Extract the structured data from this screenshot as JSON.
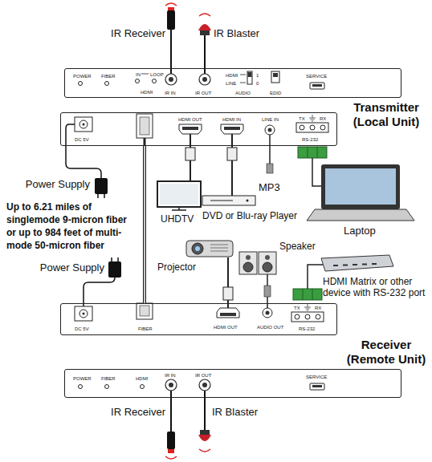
{
  "diagram": {
    "nodes": [
      {
        "text": [
          "POWER",
          "FIBER",
          "IN",
          "LOOP",
          "HDMI",
          "IR IN",
          "IR OUT",
          "HDMI",
          "LINE",
          "1",
          "0",
          "AUDIO",
          "EDID",
          "SERVICE"
        ]
      },
      {
        "text": [
          "Transmitter (Local Unit)",
          "DC 5V",
          "HDMI OUT",
          "HDMI IN",
          "LINE IN",
          "TX",
          "RX",
          "RS-232"
        ]
      },
      {
        "text": [
          "DC 5V",
          "FIBER",
          "HDMI OUT",
          "AUDIO OUT",
          "TX",
          "RX",
          "RS-232",
          "Receiver (Remote Unit)"
        ]
      },
      {
        "text": [
          "POWER",
          "FIBER",
          "HDMI",
          "IR IN",
          "IR OUT",
          "SERVICE"
        ]
      }
    ],
    "edges": [
      {
        "from": 1,
        "to": 2,
        "arrow": "none"
      }
    ],
    "labels": [
      "IR Receiver",
      "IR Blaster",
      "Power Supply",
      "Up to 6.21 miles of singlemode 9-micron fiber or up to 984 feet of multi-mode 50-micron fiber",
      "Power Supply",
      "UHDTV",
      "DVD or Blu-ray Player",
      "MP3",
      "Laptop",
      "Projector",
      "Speaker",
      "HDMI Matrix or other device with RS-232 port",
      "IR Receiver",
      "IR Blaster"
    ]
  }
}
